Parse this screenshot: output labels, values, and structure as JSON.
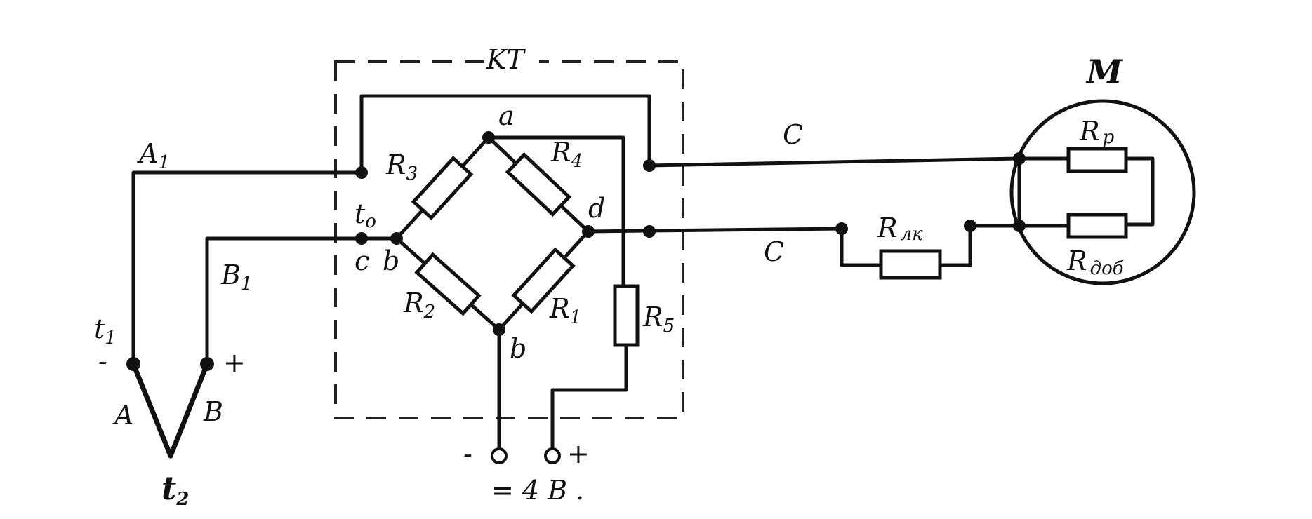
{
  "labels": {
    "kt": "KT",
    "m": "M",
    "a1": "A",
    "a1_sub": "1",
    "b1": "B",
    "b1_sub": "1",
    "t0": "t",
    "t0_sub": "o",
    "t1": "t",
    "t1_sub": "1",
    "t2": "t",
    "t2_sub": "2",
    "node_a": "a",
    "node_b": "b",
    "node_c": "c",
    "node_d": "d",
    "node_b_bottom": "b",
    "wire_c_top": "C",
    "wire_c_bottom": "C",
    "thermo_a": "A",
    "thermo_b": "B",
    "minus_left": "-",
    "plus_left": "+",
    "minus_supply": "-",
    "plus_supply": "+",
    "supply": "= 4 B ."
  },
  "resistors": {
    "r1": "R",
    "r1_sub": "1",
    "r2": "R",
    "r2_sub": "2",
    "r3": "R",
    "r3_sub": "3",
    "r4": "R",
    "r4_sub": "4",
    "r5": "R",
    "r5_sub": "5",
    "rlk": "R",
    "rlk_sub": "лк",
    "rp": "R",
    "rp_sub": "р",
    "rdob": "R",
    "rdob_sub": "доб"
  }
}
